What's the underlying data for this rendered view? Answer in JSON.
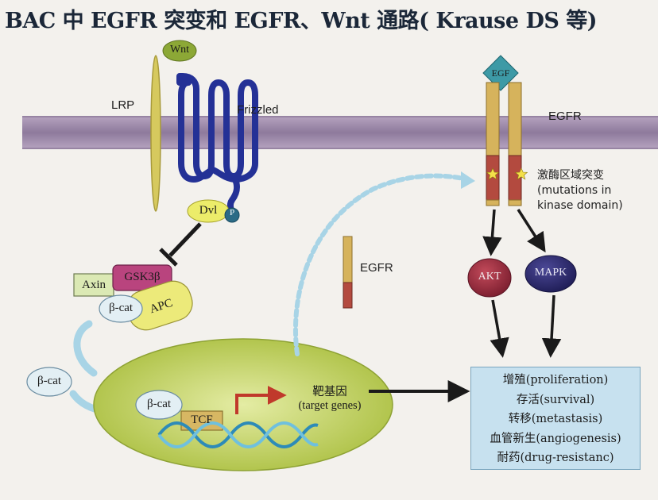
{
  "title": "BAC 中 EGFR 突变和 EGFR、Wnt 通路( Krause DS 等)",
  "wnt_pathway": {
    "ligand": "Wnt",
    "coreceptor": "LRP",
    "receptor": "Frizzled",
    "dishevelled": "Dvl",
    "phospho": "P",
    "complex": {
      "axin": "Axin",
      "gsk3b": "GSK3β",
      "beta_cat": "β-cat",
      "apc": "APC"
    },
    "free_beta_cat": "β-cat",
    "nuclear_beta_cat": "β-cat",
    "tcf": "TCF"
  },
  "egfr_pathway": {
    "ligand": "EGF",
    "receptor": "EGFR",
    "mutation_label": [
      "激酶区域突变",
      "(mutations in",
      "kinase domain)"
    ],
    "akt": "AKT",
    "mapk": "MAPK",
    "nuclear_egfr": "EGFR"
  },
  "nucleus": {
    "target_genes": [
      "靶基因",
      "(target genes)"
    ]
  },
  "outcomes": [
    "增殖(proliferation)",
    "存活(survival)",
    "转移(metastasis)",
    "血管新生(angiogenesis)",
    "耐药(drug-resistanc)"
  ],
  "colors": {
    "membrane": "#9a85a6",
    "lrp": "#d6c95e",
    "frizzled": "#243196",
    "egfr_yellow": "#d6b35c",
    "egfr_red": "#b34a3f",
    "akt": "#962c3f",
    "mapk": "#2e2b72",
    "nucleus": "#c2d266",
    "outcome_box": "#c7e1ef"
  }
}
